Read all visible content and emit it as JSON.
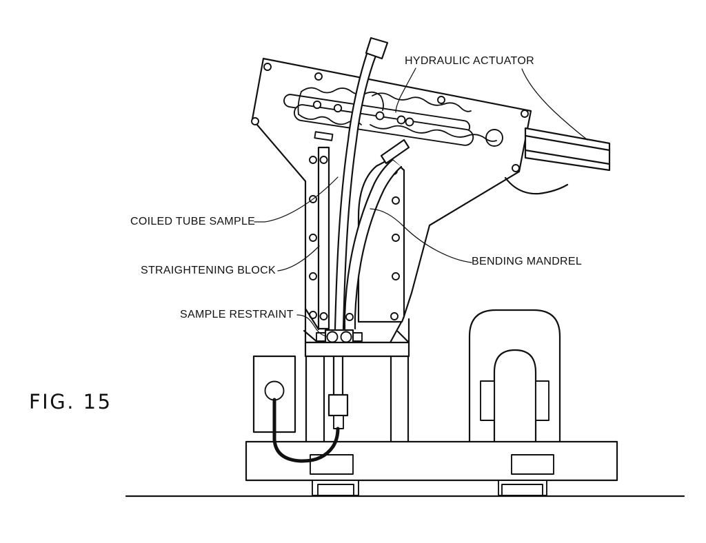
{
  "figure": {
    "caption": "FIG. 15",
    "labels": {
      "hydraulic_actuator": "HYDRAULIC ACTUATOR",
      "coiled_tube_sample": "COILED TUBE SAMPLE",
      "straightening_block": "STRAIGHTENING BLOCK",
      "sample_restraint": "SAMPLE RESTRAINT",
      "bending_mandrel": "BENDING MANDREL"
    },
    "colors": {
      "line": "#111111",
      "background": "#ffffff"
    }
  }
}
